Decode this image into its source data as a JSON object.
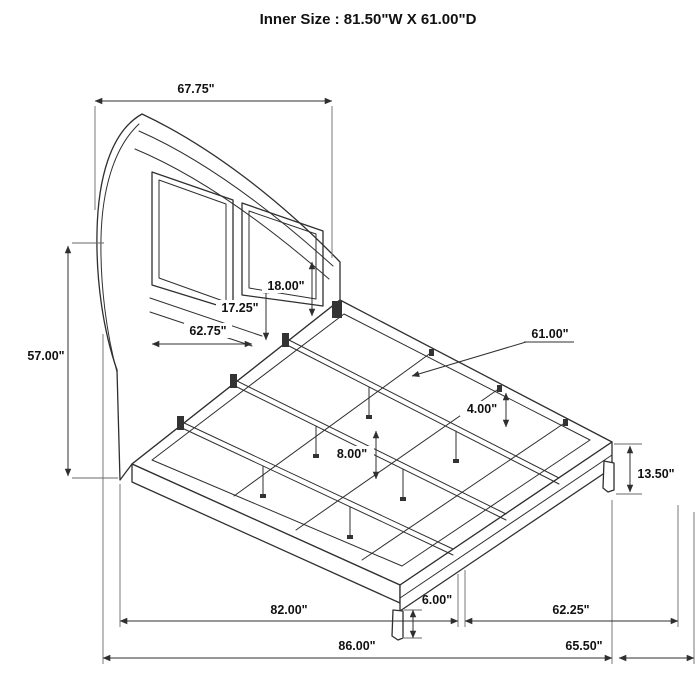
{
  "title": "Inner Size : 81.50\"W X 61.00\"D",
  "dims": {
    "headboard_width": "67.75\"",
    "headboard_height": "57.00\"",
    "panel_height": "18.00\"",
    "panel_inner_height": "17.25\"",
    "headboard_inner_width": "62.75\"",
    "slat_width": "61.00\"",
    "rail_thickness": "4.00\"",
    "support_leg_height": "8.00\"",
    "footboard_height": "13.50\"",
    "foot_leg_height": "6.00\"",
    "inner_length": "82.00\"",
    "footboard_width": "62.25\"",
    "overall_length": "86.00\"",
    "overall_width": "65.50\""
  }
}
